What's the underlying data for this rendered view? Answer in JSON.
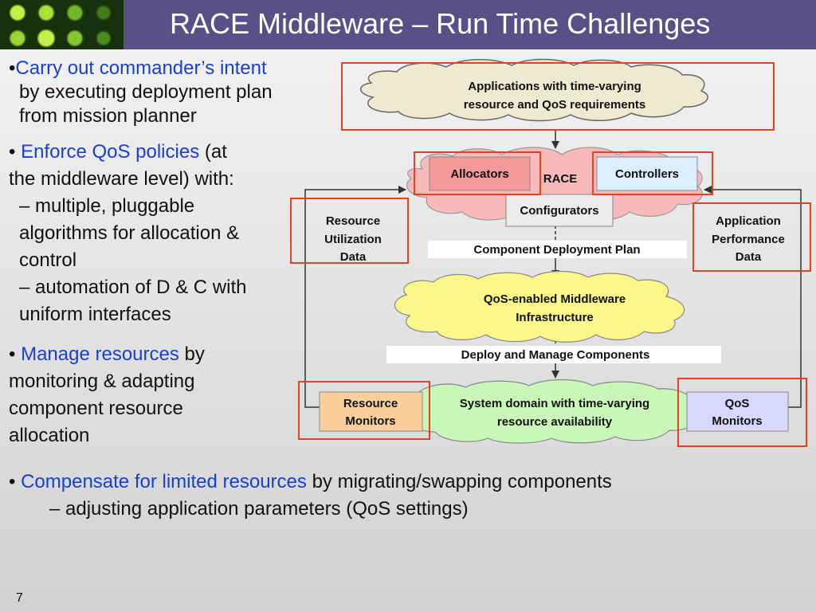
{
  "slide": {
    "title": "RACE Middleware – Run Time Challenges",
    "page_number": "7"
  },
  "bullets": {
    "b1_link": "Carry out commander’s intent",
    "b1_line2": "by executing deployment plan",
    "b1_line3": "from mission planner",
    "b2_link": "Enforce QoS policies",
    "b2_after": " (at",
    "b2_line2": "the middleware level) with:",
    "b2_sub1_line1": "– multiple, pluggable",
    "b2_sub1_line2": "algorithms for allocation &",
    "b2_sub1_line3": "control",
    "b2_sub2_line1": "– automation of D & C with",
    "b2_sub2_line2": "uniform interfaces",
    "b3_link": "Manage resources",
    "b3_after": " by",
    "b3_line2": "monitoring & adapting",
    "b3_line3": "component resource",
    "b3_line4": "allocation",
    "b4_link": "Compensate for limited resources",
    "b4_after": " by migrating/swapping components",
    "b4_sub": "– adjusting application parameters (QoS settings)"
  },
  "diagram": {
    "apps_cloud_line1": "Applications with time-varying",
    "apps_cloud_line2": "resource and QoS requirements",
    "race_label": "RACE",
    "allocators": "Allocators",
    "controllers": "Controllers",
    "configurators": "Configurators",
    "resource_util_line1": "Resource",
    "resource_util_line2": "Utilization",
    "resource_util_line3": "Data",
    "app_perf_line1": "Application",
    "app_perf_line2": "Performance",
    "app_perf_line3": "Data",
    "component_deployment_plan": "Component Deployment Plan",
    "qos_mw_line1": "QoS-enabled Middleware",
    "qos_mw_line2": "Infrastructure",
    "deploy_manage": "Deploy and Manage Components",
    "system_domain_line1": "System domain with time-varying",
    "system_domain_line2": "resource availability",
    "resource_monitors_line1": "Resource",
    "resource_monitors_line2": "Monitors",
    "qos_monitors_line1": "QoS",
    "qos_monitors_line2": "Monitors"
  },
  "colors": {
    "header_bg": "#5a4f86",
    "highlight_text": "#1a3fd0",
    "callout_border": "#e8401c",
    "apps_cloud_fill": "#eeead0",
    "race_cloud_fill": "#f7b9b9",
    "qos_cloud_fill": "#fbf78a",
    "system_cloud_fill": "#c9f7b9",
    "allocators_fill": "#f59a9a",
    "controllers_fill": "#dcefff",
    "configurators_fill": "#ececec",
    "resource_monitors_fill": "#fbcf9c",
    "qos_monitors_fill": "#d9d6ff"
  }
}
